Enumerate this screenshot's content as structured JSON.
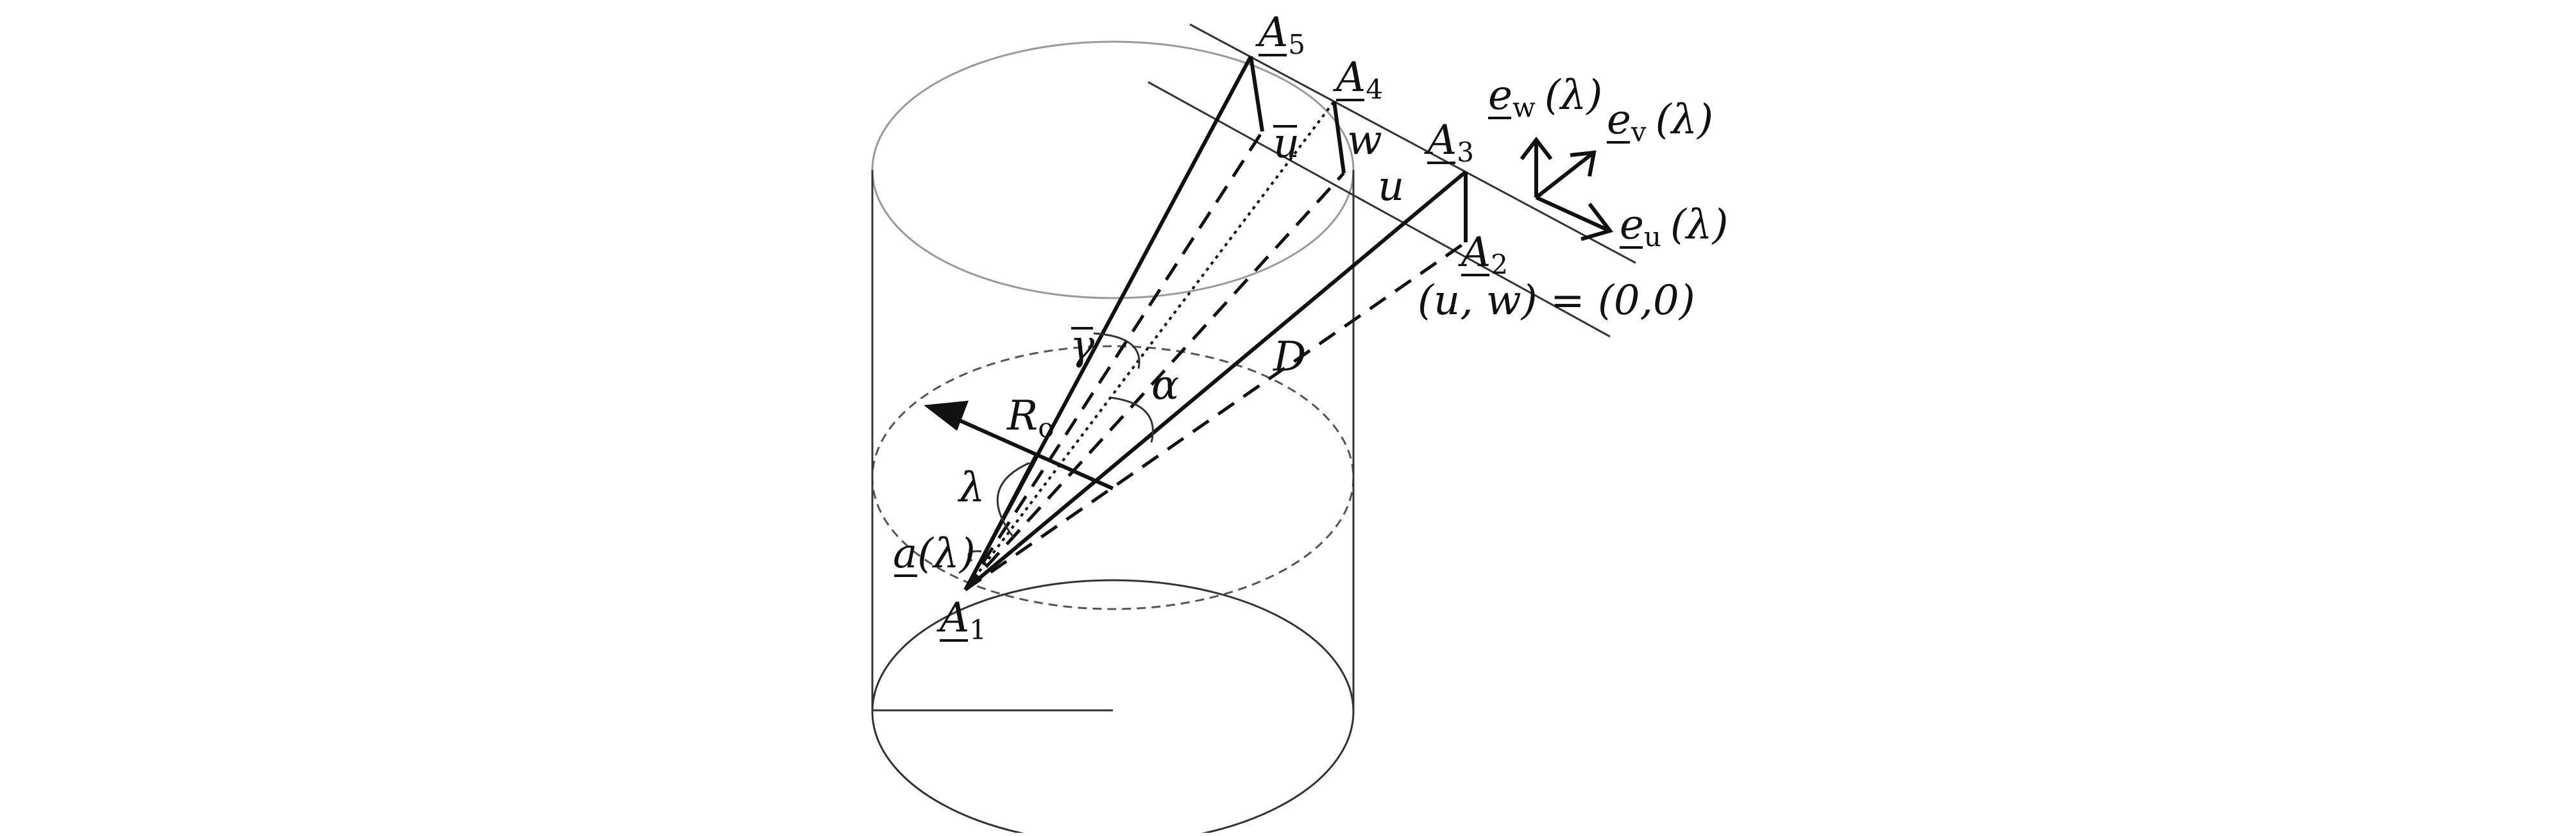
{
  "labels": {
    "A5": "A",
    "A5_sub": "5",
    "A4": "A",
    "A4_sub": "4",
    "A3": "A",
    "A3_sub": "3",
    "A2": "A",
    "A2_sub": "2",
    "A1": "A",
    "A1_sub": "1",
    "u_bar": "u",
    "w": "w",
    "u": "u",
    "gamma_bar": "γ",
    "alpha": "α",
    "D": "D",
    "R": "R",
    "R_sub": "o",
    "lambda": "λ",
    "a_lambda": "a(λ)",
    "origin": "(u, w) = (0,0)",
    "ew_base": "e",
    "ew_sub": "w",
    "ew_arg": "(λ)",
    "ev_base": "e",
    "ev_sub": "v",
    "ev_arg": "(λ)",
    "eu_base": "e",
    "eu_sub": "u",
    "eu_arg": "(λ)"
  },
  "colors": {
    "ink": "#111111",
    "cylinder_line": "#9a9a9a"
  }
}
